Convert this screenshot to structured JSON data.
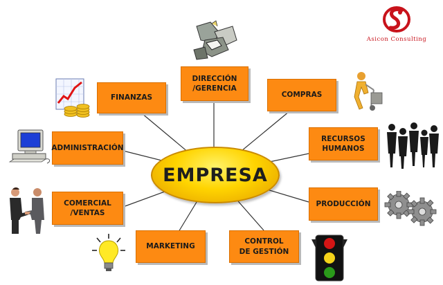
{
  "center": {
    "label": "EMPRESA"
  },
  "departments": [
    {
      "id": "direccion",
      "label": "DIRECCIÓN\n/GERENCIA"
    },
    {
      "id": "finanzas",
      "label": "FINANZAS"
    },
    {
      "id": "compras",
      "label": "COMPRAS"
    },
    {
      "id": "administracion",
      "label": "ADMINISTRACIÓN"
    },
    {
      "id": "rrhh",
      "label": "RECURSOS\nHUMANOS"
    },
    {
      "id": "comercial",
      "label": "COMERCIAL\n/VENTAS"
    },
    {
      "id": "produccion",
      "label": "PRODUCCIÓN"
    },
    {
      "id": "marketing",
      "label": "MARKETING"
    },
    {
      "id": "control",
      "label": "CONTROL\nDE GESTIÓN"
    }
  ],
  "logo": {
    "text": "Asicon Consulting"
  },
  "colors": {
    "box": "#fd8a12",
    "hub": "#ffd400",
    "logo": "#c8121b"
  },
  "icons": [
    "handshake-icon",
    "growth-chart-icon",
    "computer-icon",
    "business-people-icon",
    "lightbulb-icon",
    "hand-truck-icon",
    "gears-icon",
    "traffic-light-icon",
    "business-deal-icon"
  ]
}
